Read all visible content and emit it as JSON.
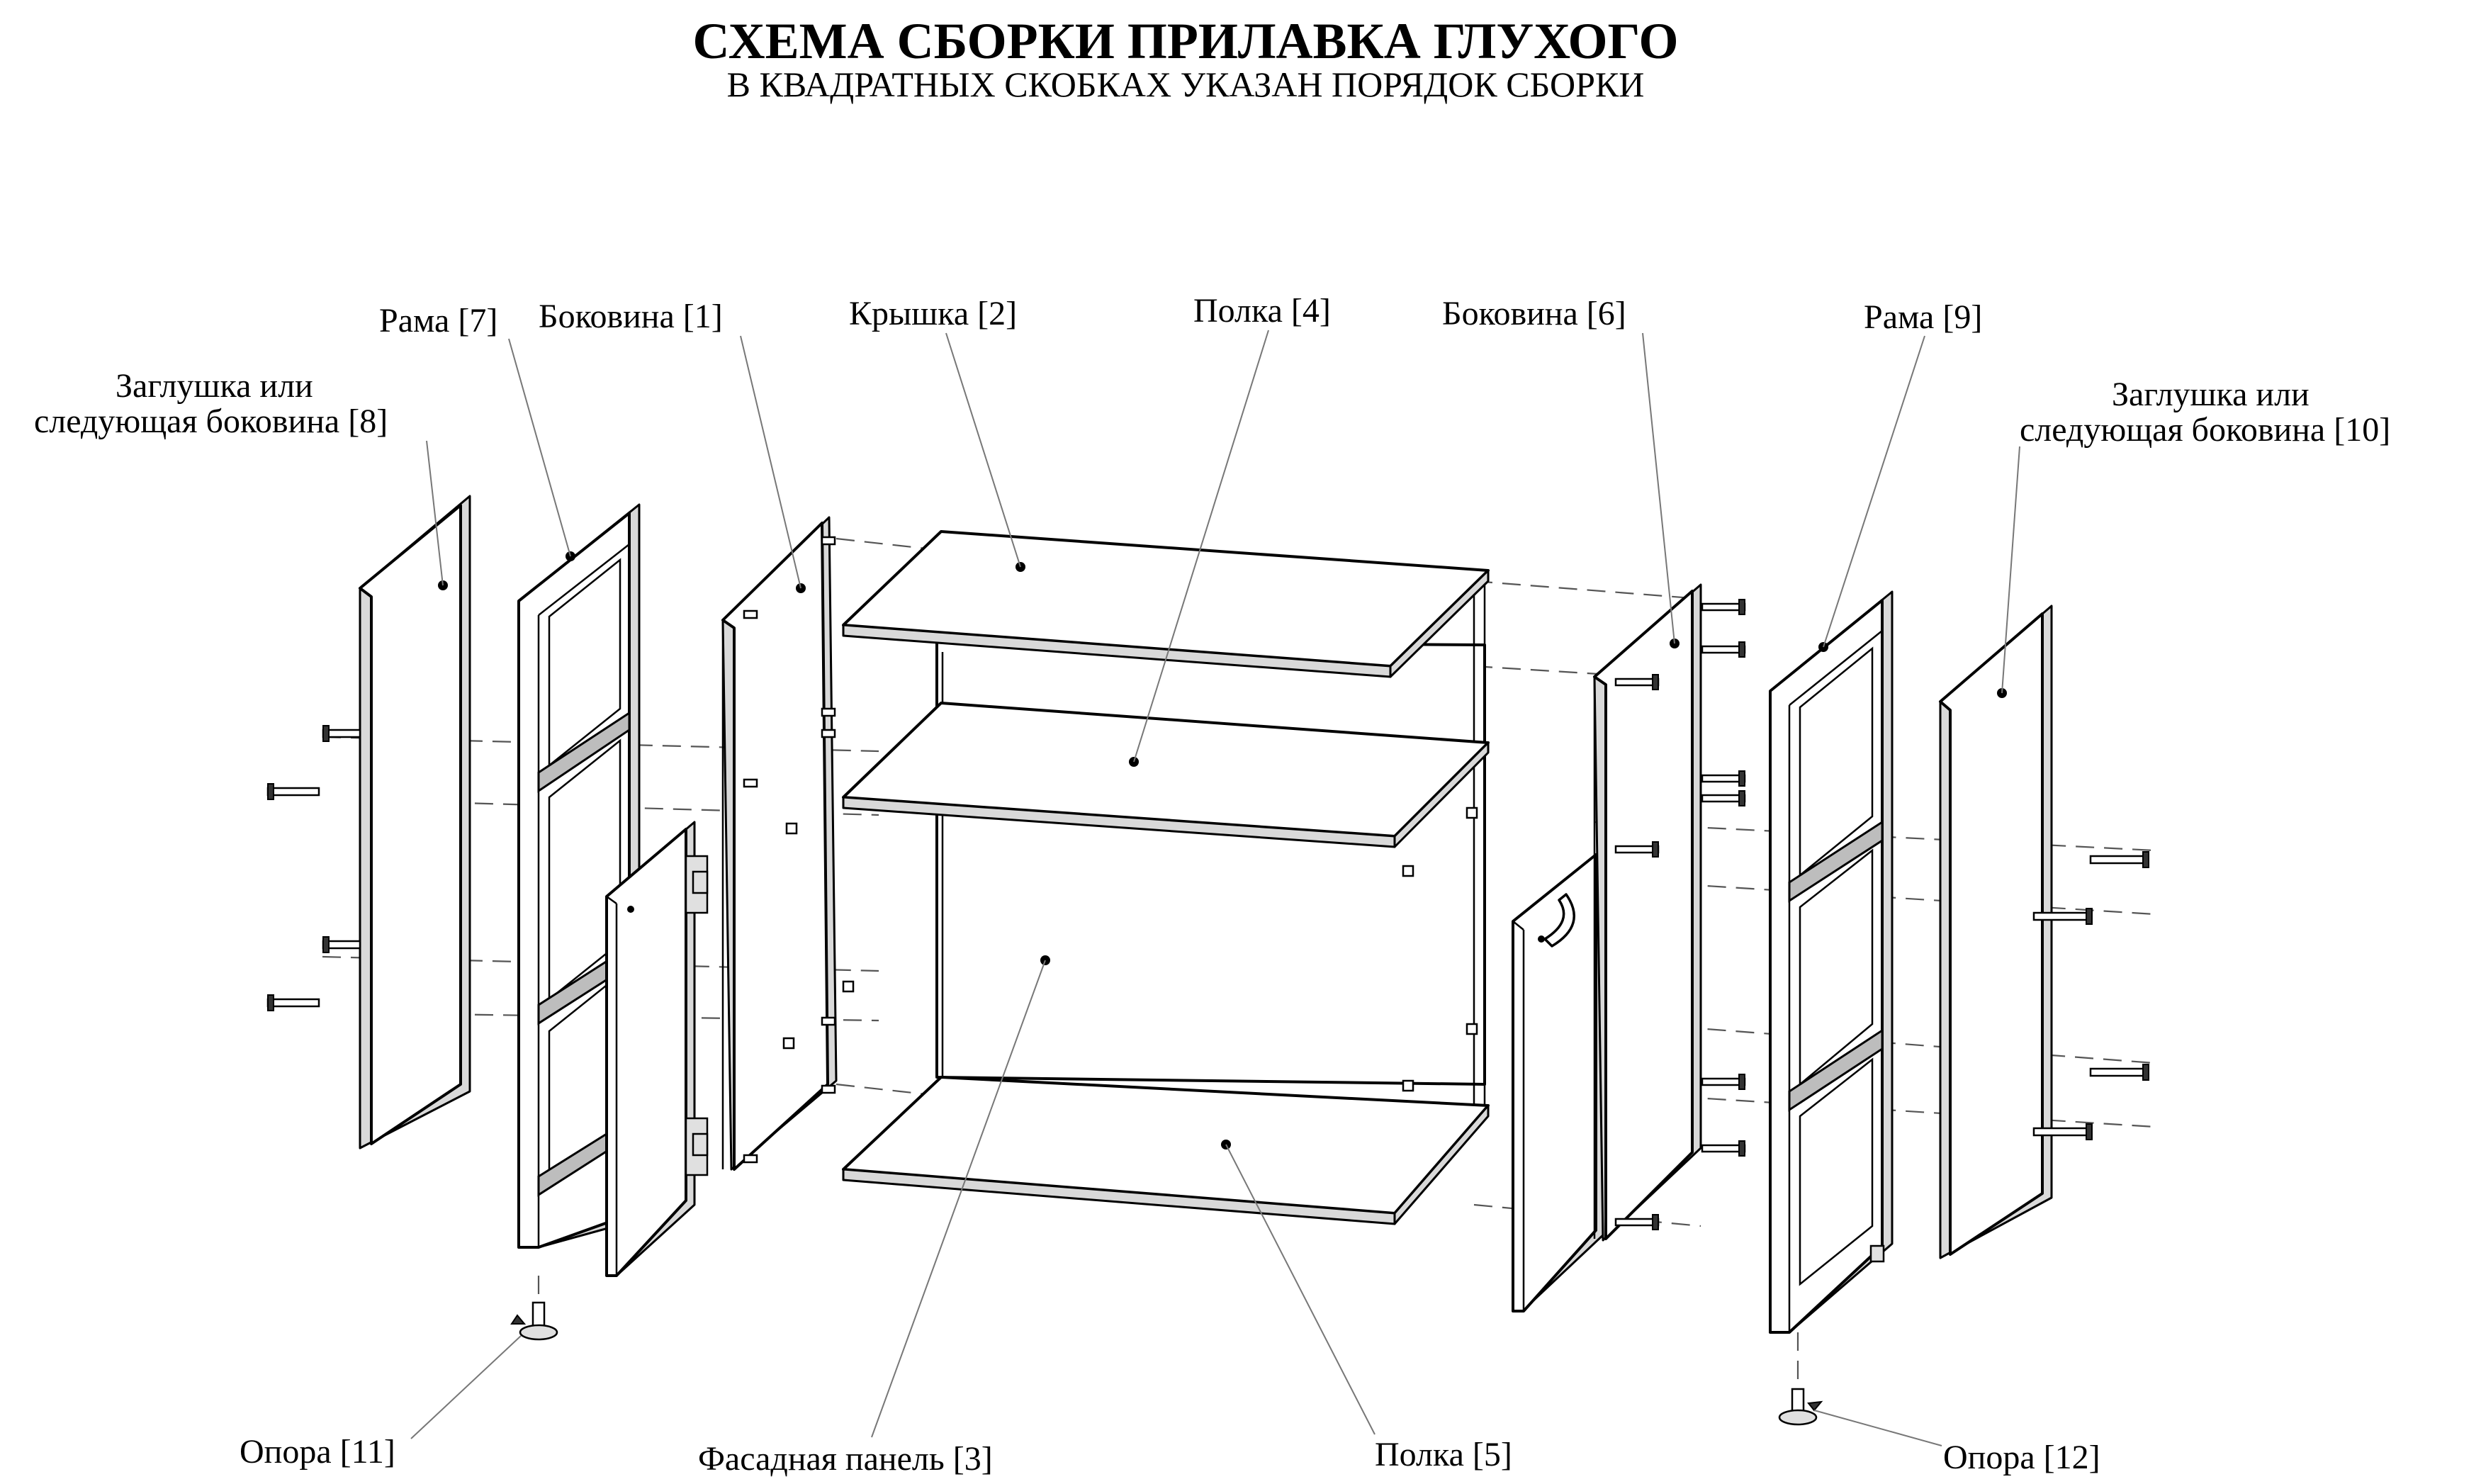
{
  "title": "СХЕМА СБОРКИ ПРИЛАВКА ГЛУХОГО",
  "subtitle": "В КВАДРАТНЫХ СКОБКАХ УКАЗАН ПОРЯДОК СБОРКИ",
  "callouts": {
    "rama_left": "Рама [7]",
    "bokovina_1": "Боковина [1]",
    "kryshka_2": "Крышка [2]",
    "polka_4": "Полка [4]",
    "bokovina_6": "Боковина [6]",
    "rama_right": "Рама [9]",
    "zaglushka_left_line1": "Заглушка или",
    "zaglushka_left_line2": "следующая боковина [8]",
    "zaglushka_right_line1": "Заглушка или",
    "zaglushka_right_line2": "следующая боковина [10]",
    "opora_11": "Опора [11]",
    "fasad_3": "Фасадная панель [3]",
    "polka_5": "Полка [5]",
    "opora_12": "Опора [12]"
  }
}
